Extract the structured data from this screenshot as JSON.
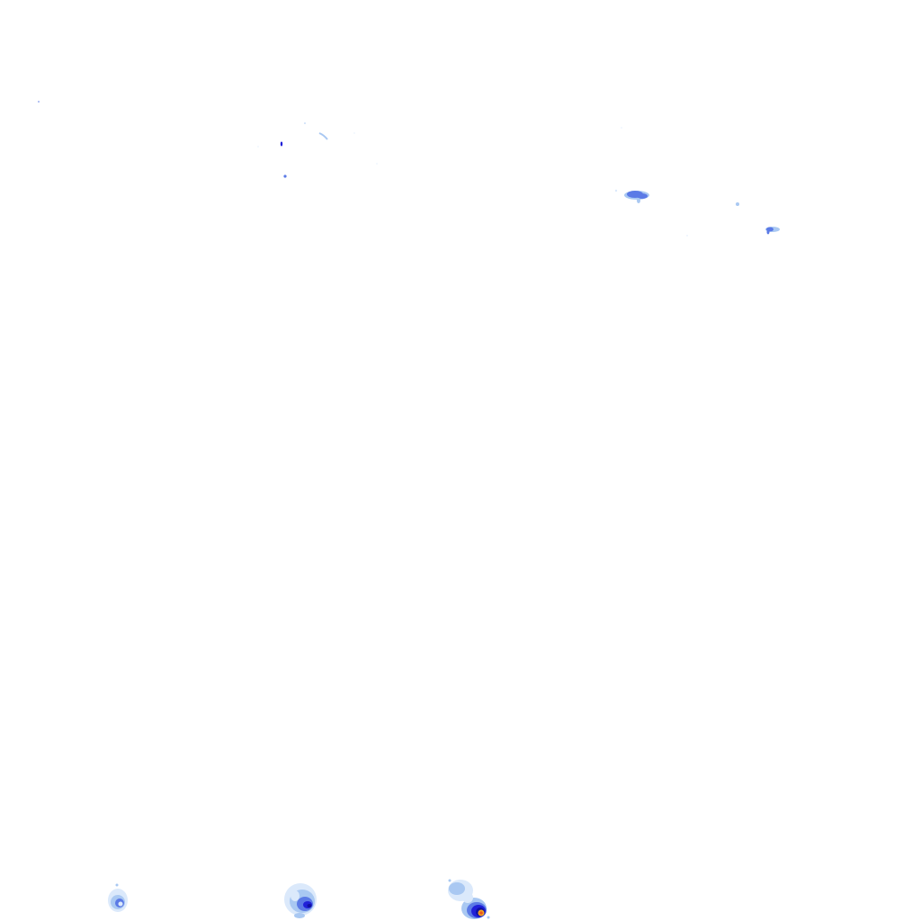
{
  "map": {
    "background_color": "#ffffff",
    "layer": "precipitation-radar-overlay",
    "intensity_palette": {
      "very_light": "#dbe9fb",
      "light": "#a9c8f2",
      "moderate": "#5b7ae6",
      "heavy": "#2020d8",
      "very_heavy": "#1010a0",
      "intense": "#f5a623",
      "extreme": "#e8561e"
    },
    "echo_groups": [
      {
        "name": "scattered-echoes-northwest",
        "max_intensity": "moderate"
      },
      {
        "name": "echo-cluster-northeast",
        "max_intensity": "moderate"
      },
      {
        "name": "small-echo-northeast",
        "max_intensity": "light"
      },
      {
        "name": "elongated-echo-east",
        "max_intensity": "moderate"
      },
      {
        "name": "echo-cell-south-1",
        "max_intensity": "heavy"
      },
      {
        "name": "echo-cell-south-2",
        "max_intensity": "very_heavy"
      },
      {
        "name": "echo-cell-south-3",
        "max_intensity": "extreme"
      }
    ]
  }
}
